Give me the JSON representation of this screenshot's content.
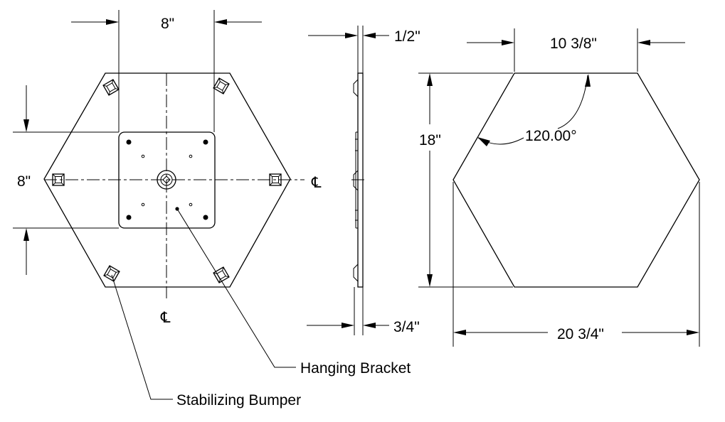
{
  "front_view": {
    "dim_top": "8\"",
    "dim_left": "8\"",
    "centerline_right": "℄",
    "centerline_bottom": "℄"
  },
  "side_view": {
    "dim_thickness_top": "1/2\"",
    "dim_thickness_bottom": "3/4\""
  },
  "outline_view": {
    "dim_edge": "10 3/8\"",
    "dim_angle": "120.00°",
    "dim_height": "18\"",
    "dim_width": "20 3/4\""
  },
  "callouts": {
    "hanging_bracket": "Hanging Bracket",
    "stabilizing_bumper": "Stabilizing Bumper"
  }
}
